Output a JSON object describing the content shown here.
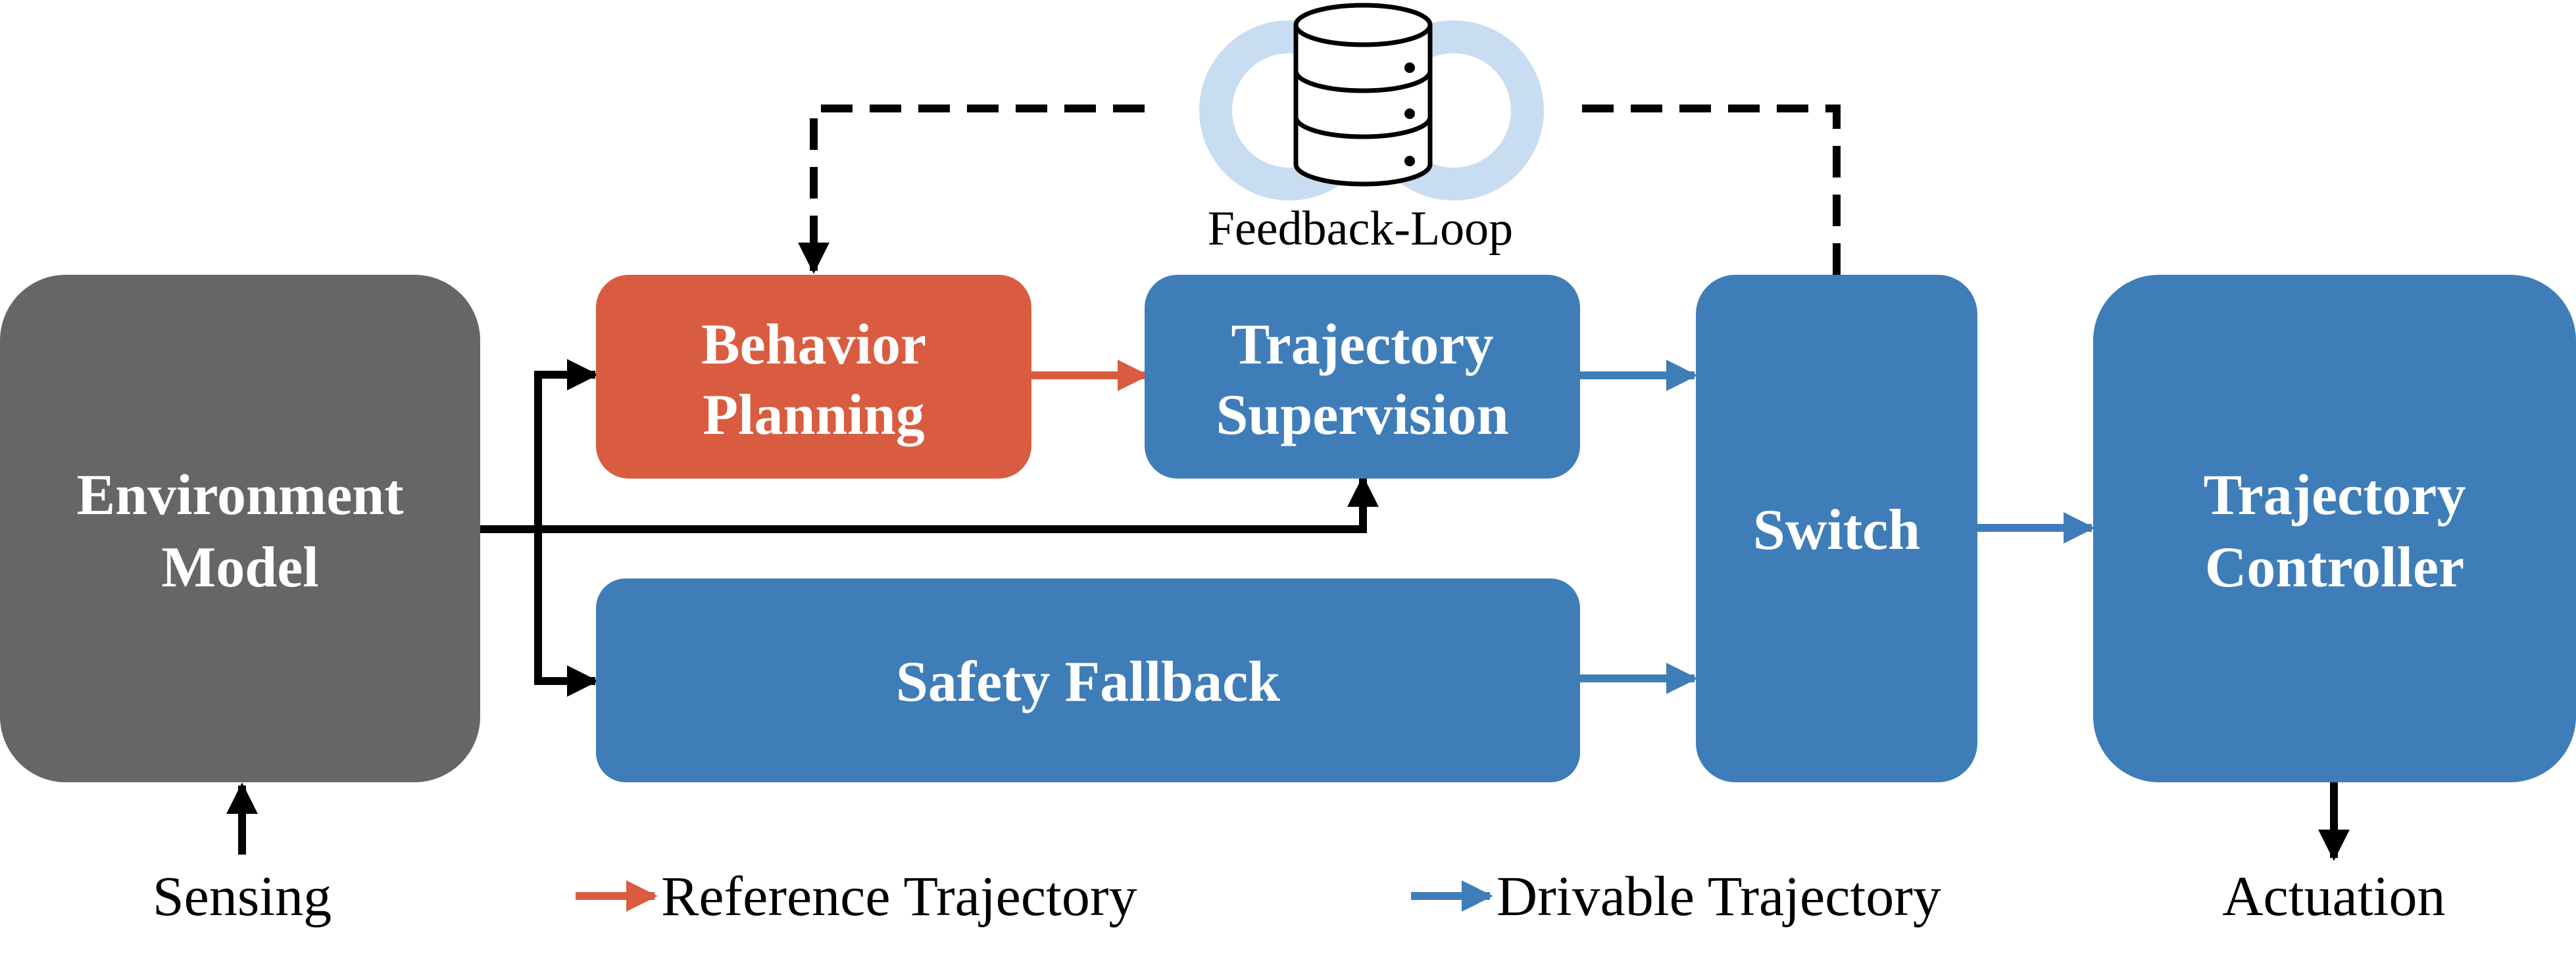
{
  "colors": {
    "environment": "#666666",
    "behavior": "#d95c40",
    "blue": "#3f7db8",
    "loop": "#c8ddf1",
    "black": "#000000"
  },
  "boxes": {
    "environment": {
      "line1": "Environment",
      "line2": "Model"
    },
    "behavior": {
      "line1": "Behavior",
      "line2": "Planning"
    },
    "supervision": {
      "line1": "Trajectory",
      "line2": "Supervision"
    },
    "fallback": {
      "label": "Safety Fallback"
    },
    "switch": {
      "label": "Switch"
    },
    "controller": {
      "line1": "Trajectory",
      "line2": "Controller"
    }
  },
  "feedback": {
    "label": "Feedback-Loop",
    "icon": "database-icon"
  },
  "io": {
    "sensing": "Sensing",
    "actuation": "Actuation"
  },
  "legend": {
    "reference": "Reference Trajectory",
    "drivable": "Drivable Trajectory"
  }
}
